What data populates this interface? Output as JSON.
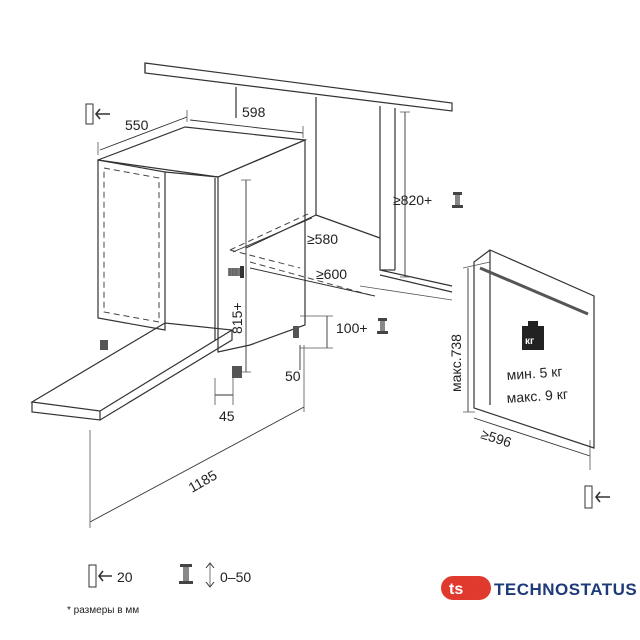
{
  "dimensions": {
    "depth": "550",
    "width": "598",
    "niche_height": "≥820+",
    "niche_depth": "≥580",
    "niche_width": "≥600",
    "height": "815+",
    "plinth": "100+",
    "foot_offset": "50",
    "door_gap": "45",
    "open_length": "1185",
    "panel_height": "макс.738",
    "panel_width": "≥596"
  },
  "panel": {
    "weight_badge": "кг",
    "min_weight": "мин. 5 кг",
    "max_weight": "макс. 9 кг"
  },
  "legend": {
    "clip_value": "20",
    "foot_range": "0–50",
    "note": "* размеры в мм"
  },
  "brand": {
    "name": "TECHNOSTATUS",
    "color": "#1e3a78",
    "accent": "#e03a2f"
  },
  "icons": [
    "fastener-clip-icon",
    "adjustable-foot-icon",
    "weight-icon"
  ]
}
